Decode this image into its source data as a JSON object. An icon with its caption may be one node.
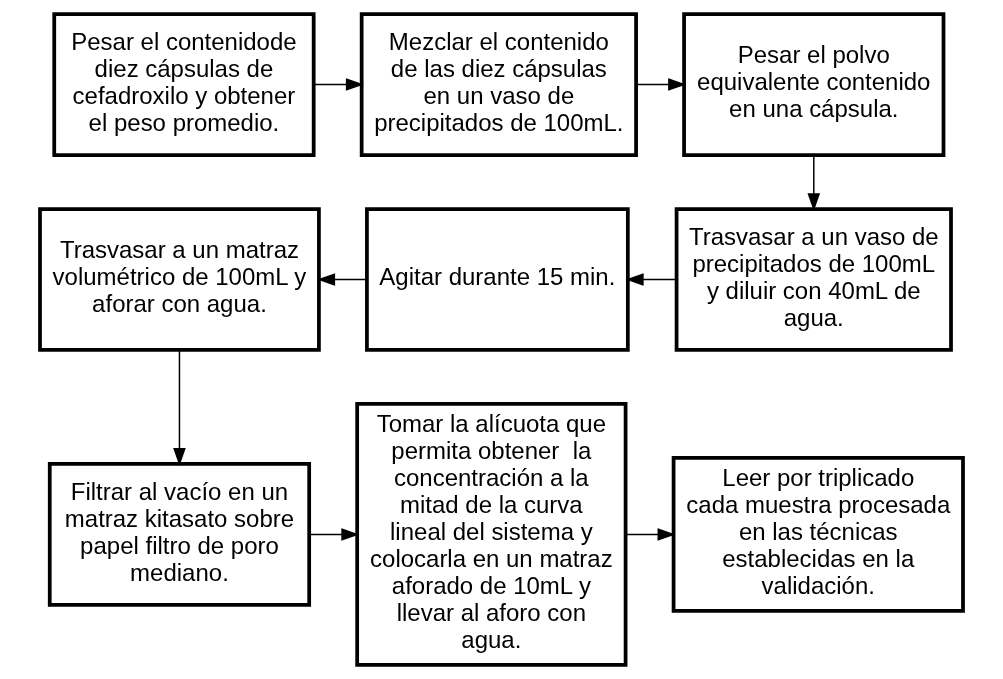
{
  "diagram": {
    "nodes": [
      {
        "text": [
          "Pesar el contenidode diez cápsulas de cefadroxilo y obtener el peso promedio."
        ]
      },
      {
        "text": [
          "Mezclar el contenido de las diez cápsulas en un vaso de precipitados de 100mL."
        ]
      },
      {
        "text": [
          "Pesar el polvo equivalente contenido en una cápsula."
        ]
      },
      {
        "text": [
          "Trasvasar a un vaso de precipitados de 100mL y diluir con 40mL de agua."
        ]
      },
      {
        "text": [
          "Agitar durante 15 min."
        ]
      },
      {
        "text": [
          "Trasvasar a un matraz volumétrico de 100mL y aforar con agua."
        ]
      },
      {
        "text": [
          "Filtrar al vacío en un matraz kitasato sobre papel filtro de poro mediano."
        ]
      },
      {
        "text": [
          "Tomar la alícuota que permita obtener  la concentración a la mitad de la curva lineal del sistema y colocarla en un matraz aforado de 10mL y llevar al aforo con agua."
        ]
      },
      {
        "text": [
          "Leer por triplicado cada muestra procesada en las técnicas establecidas en la validación."
        ]
      }
    ],
    "edges": [
      {
        "from": 0,
        "to": 1,
        "arrow": "to"
      },
      {
        "from": 1,
        "to": 2,
        "arrow": "to"
      },
      {
        "from": 2,
        "to": 3,
        "arrow": "to"
      },
      {
        "from": 3,
        "to": 4,
        "arrow": "to"
      },
      {
        "from": 4,
        "to": 5,
        "arrow": "to"
      },
      {
        "from": 5,
        "to": 6,
        "arrow": "to"
      },
      {
        "from": 6,
        "to": 7,
        "arrow": "to"
      },
      {
        "from": 7,
        "to": 8,
        "arrow": "to"
      }
    ]
  }
}
